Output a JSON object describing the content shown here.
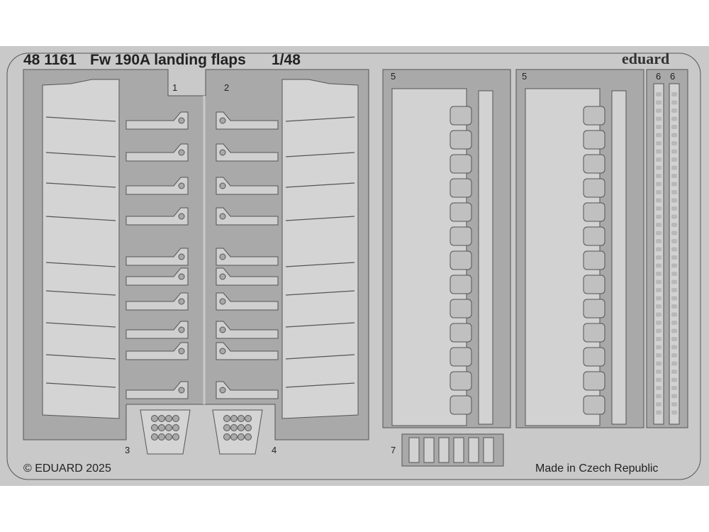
{
  "header": {
    "product_code": "48 1161",
    "product_name": "Fw 190A landing flaps",
    "scale": "1/48",
    "brand_logo": "eduard"
  },
  "part_labels": [
    "1",
    "2",
    "3",
    "4",
    "5",
    "5",
    "6",
    "6",
    "7"
  ],
  "footer": {
    "copyright": "© EDUARD 2025",
    "origin": "Made in Czech Republic"
  },
  "colors": {
    "fret": "#c9c9c9",
    "recess": "#a9a9a9",
    "outline": "#555555",
    "background": "#ffffff"
  }
}
